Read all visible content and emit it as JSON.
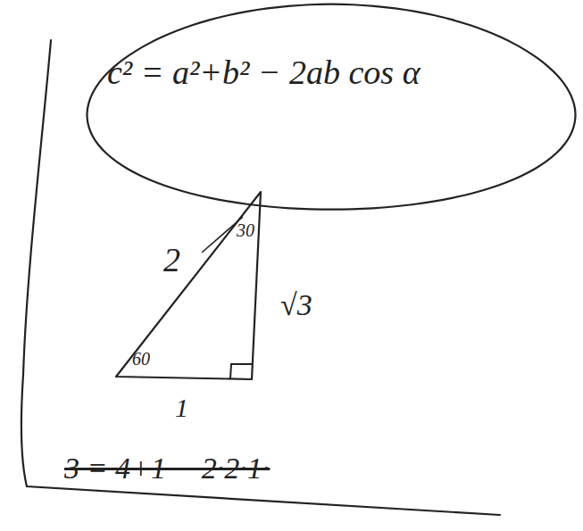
{
  "diagram": {
    "nodes": [
      {
        "text": [
          "c² = a²+b² − 2ab cos α"
        ]
      }
    ],
    "labels": [
      "2",
      "30",
      "60",
      "√3",
      "1",
      "3 = 4+1 − 2·2·1·"
    ]
  }
}
